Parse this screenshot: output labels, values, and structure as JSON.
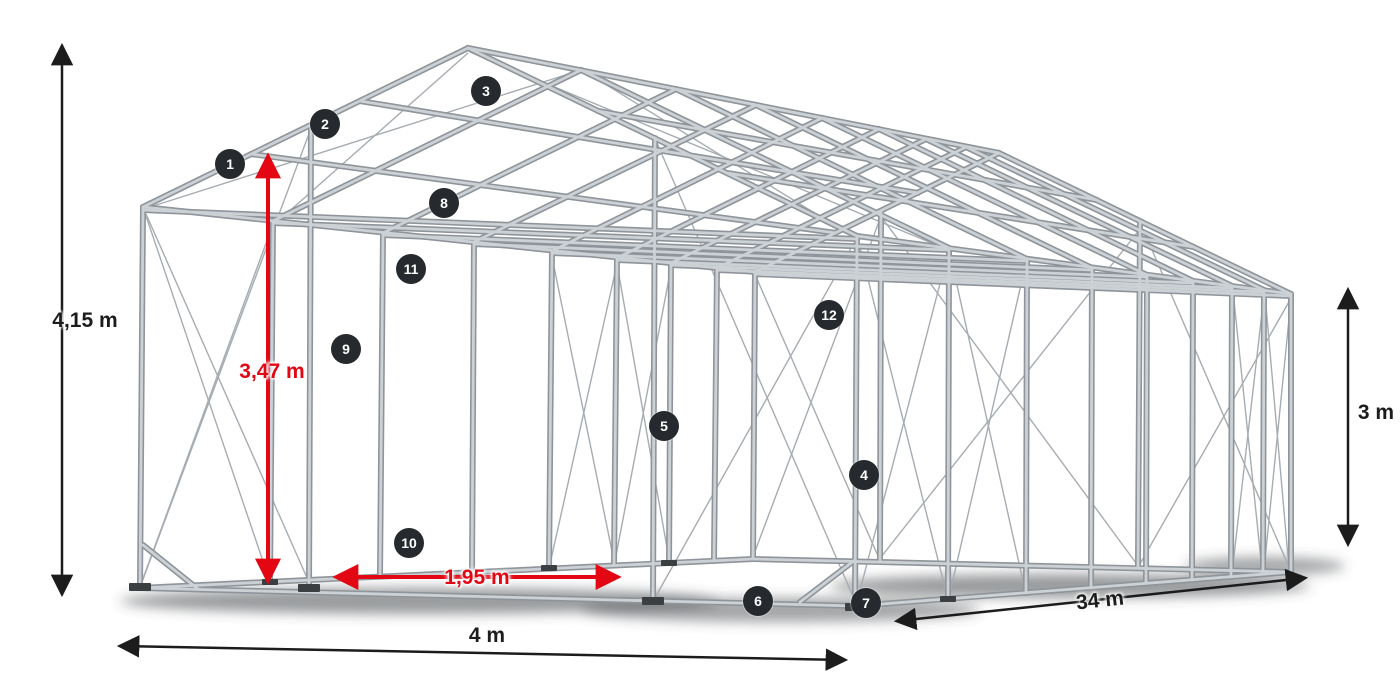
{
  "diagram": {
    "title": "tent-steel-frame-dimension-diagram",
    "dimensions": {
      "total_height": "4,15 m",
      "passage_height": "3,47 m",
      "passage_width": "1,95 m",
      "side_height": "3 m",
      "width": "4 m",
      "length": "34 m"
    },
    "badges": [
      {
        "label": "1"
      },
      {
        "label": "2"
      },
      {
        "label": "3"
      },
      {
        "label": "4"
      },
      {
        "label": "5"
      },
      {
        "label": "6"
      },
      {
        "label": "7"
      },
      {
        "label": "8"
      },
      {
        "label": "9"
      },
      {
        "label": "10"
      },
      {
        "label": "11"
      },
      {
        "label": "12"
      }
    ],
    "colors": {
      "frame_tube_light": "#ccd1d5",
      "frame_tube_dark": "#8e9499",
      "cable": "#a6acb1",
      "dimension_black": "#1c1c1c",
      "dimension_red": "#e30613",
      "badge_background": "#26292d",
      "badge_text": "#ffffff",
      "shadow": "#46494d"
    }
  }
}
